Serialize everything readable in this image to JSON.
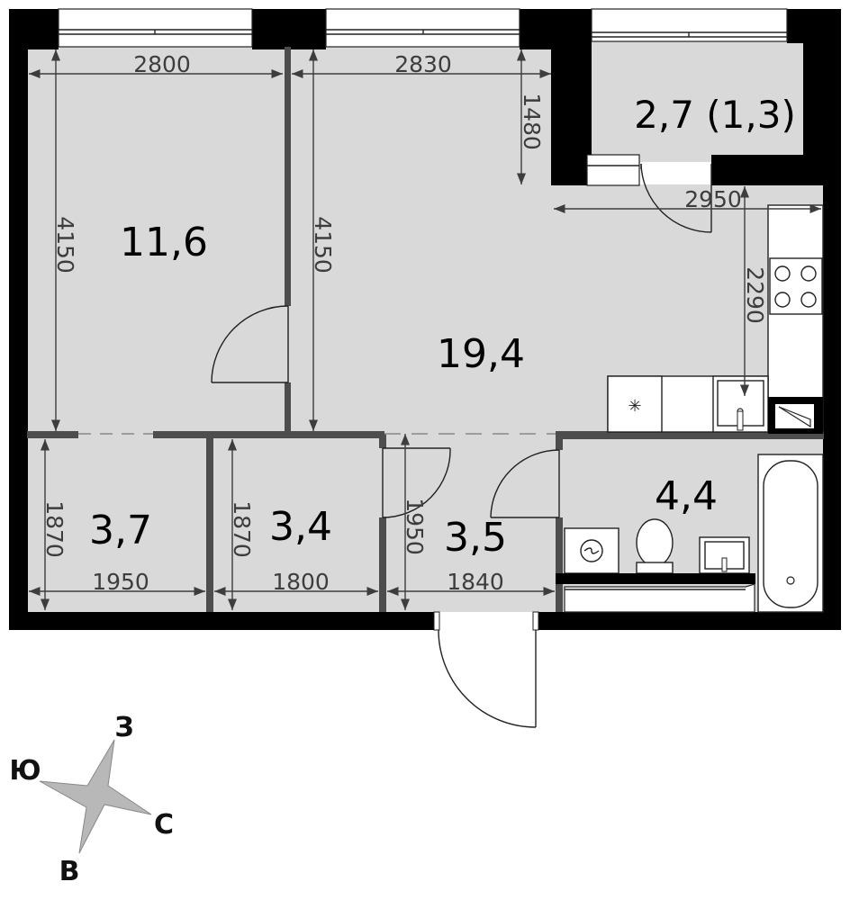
{
  "rooms": {
    "bedroom_area": "11,6",
    "living_area": "19,4",
    "balcony_area": "2,7 (1,3)",
    "closet1_area": "3,7",
    "closet2_area": "3,4",
    "hall_area": "3,5",
    "bath_area": "4,4"
  },
  "dimensions": {
    "bedroom_width": "2800",
    "living_width": "2830",
    "balcony_depth": "1480",
    "bedroom_length": "4150",
    "living_length": "4150",
    "kitchen_width": "2950",
    "kitchen_depth": "2290",
    "closet1_depth": "1870",
    "closet2_depth": "1870",
    "hall_depth": "1950",
    "closet1_width": "1950",
    "closet2_width": "1800",
    "hall_width": "1840"
  },
  "compass": {
    "north": "З",
    "east": "С",
    "south": "В",
    "west": "Ю"
  }
}
